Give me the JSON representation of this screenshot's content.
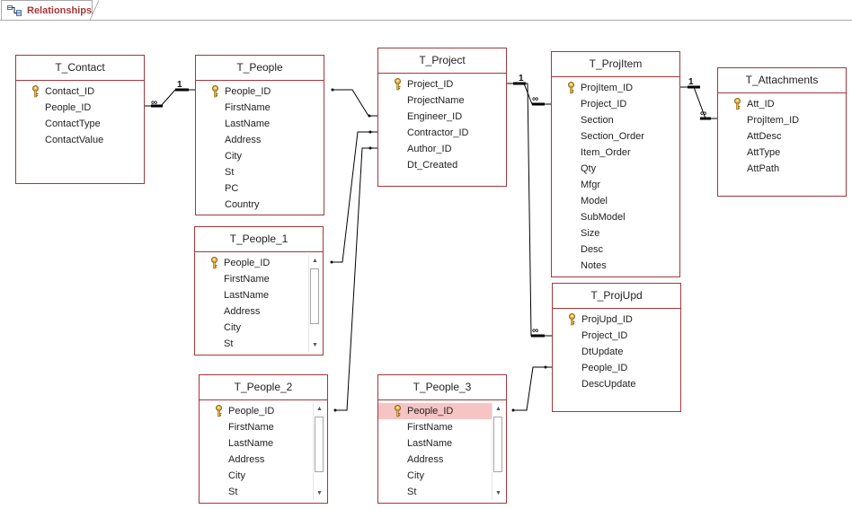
{
  "tab": {
    "label": "Relationships",
    "icon": "relationships-icon"
  },
  "colors": {
    "accent": "#a4373a",
    "selected_row": "#f6c4c4"
  },
  "tables": [
    {
      "id": "t-contact",
      "title": "T_Contact",
      "fields": [
        {
          "name": "Contact_ID",
          "key": true
        },
        {
          "name": "People_ID"
        },
        {
          "name": "ContactType"
        },
        {
          "name": "ContactValue"
        }
      ]
    },
    {
      "id": "t-people",
      "title": "T_People",
      "fields": [
        {
          "name": "People_ID",
          "key": true
        },
        {
          "name": "FirstName"
        },
        {
          "name": "LastName"
        },
        {
          "name": "Address"
        },
        {
          "name": "City"
        },
        {
          "name": "St"
        },
        {
          "name": "PC"
        },
        {
          "name": "Country"
        }
      ]
    },
    {
      "id": "t-people-1",
      "title": "T_People_1",
      "scroll": true,
      "fields": [
        {
          "name": "People_ID",
          "key": true
        },
        {
          "name": "FirstName"
        },
        {
          "name": "LastName"
        },
        {
          "name": "Address"
        },
        {
          "name": "City"
        },
        {
          "name": "St"
        }
      ]
    },
    {
      "id": "t-people-2",
      "title": "T_People_2",
      "scroll": true,
      "fields": [
        {
          "name": "People_ID",
          "key": true
        },
        {
          "name": "FirstName"
        },
        {
          "name": "LastName"
        },
        {
          "name": "Address"
        },
        {
          "name": "City"
        },
        {
          "name": "St"
        }
      ]
    },
    {
      "id": "t-project",
      "title": "T_Project",
      "fields": [
        {
          "name": "Project_ID",
          "key": true
        },
        {
          "name": "ProjectName"
        },
        {
          "name": "Engineer_ID"
        },
        {
          "name": "Contractor_ID"
        },
        {
          "name": "Author_ID"
        },
        {
          "name": "Dt_Created"
        }
      ]
    },
    {
      "id": "t-people-3",
      "title": "T_People_3",
      "scroll": true,
      "fields": [
        {
          "name": "People_ID",
          "key": true,
          "selected": true
        },
        {
          "name": "FirstName"
        },
        {
          "name": "LastName"
        },
        {
          "name": "Address"
        },
        {
          "name": "City"
        },
        {
          "name": "St"
        }
      ]
    },
    {
      "id": "t-projitem",
      "title": "T_ProjItem",
      "fields": [
        {
          "name": "ProjItem_ID",
          "key": true
        },
        {
          "name": "Project_ID"
        },
        {
          "name": "Section"
        },
        {
          "name": "Section_Order"
        },
        {
          "name": "Item_Order"
        },
        {
          "name": "Qty"
        },
        {
          "name": "Mfgr"
        },
        {
          "name": "Model"
        },
        {
          "name": "SubModel"
        },
        {
          "name": "Size"
        },
        {
          "name": "Desc"
        },
        {
          "name": "Notes"
        }
      ]
    },
    {
      "id": "t-projupd",
      "title": "T_ProjUpd",
      "fields": [
        {
          "name": "ProjUpd_ID",
          "key": true
        },
        {
          "name": "Project_ID"
        },
        {
          "name": "DtUpdate"
        },
        {
          "name": "People_ID"
        },
        {
          "name": "DescUpdate"
        }
      ]
    },
    {
      "id": "t-attachments",
      "title": "T_Attachments",
      "fields": [
        {
          "name": "Att_ID",
          "key": true
        },
        {
          "name": "ProjItem_ID"
        },
        {
          "name": "AttDesc"
        },
        {
          "name": "AttType"
        },
        {
          "name": "AttPath"
        }
      ]
    }
  ],
  "relationship_labels": {
    "one": "1",
    "many": "∞"
  }
}
